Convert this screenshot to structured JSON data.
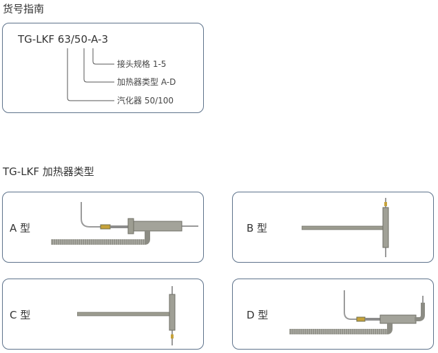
{
  "guide": {
    "title": "货号指南",
    "code": "TG-LKF 63/50-A-3",
    "labels": [
      "接头规格 1-5",
      "加热器类型 A-D",
      "汽化器 50/100"
    ]
  },
  "types": {
    "title": "TG-LKF 加热器类型",
    "cards": [
      {
        "label": "A 型",
        "icon": "heater-type-a"
      },
      {
        "label": "B 型",
        "icon": "heater-type-b"
      },
      {
        "label": "C 型",
        "icon": "heater-type-c"
      },
      {
        "label": "D 型",
        "icon": "heater-type-d"
      }
    ]
  }
}
